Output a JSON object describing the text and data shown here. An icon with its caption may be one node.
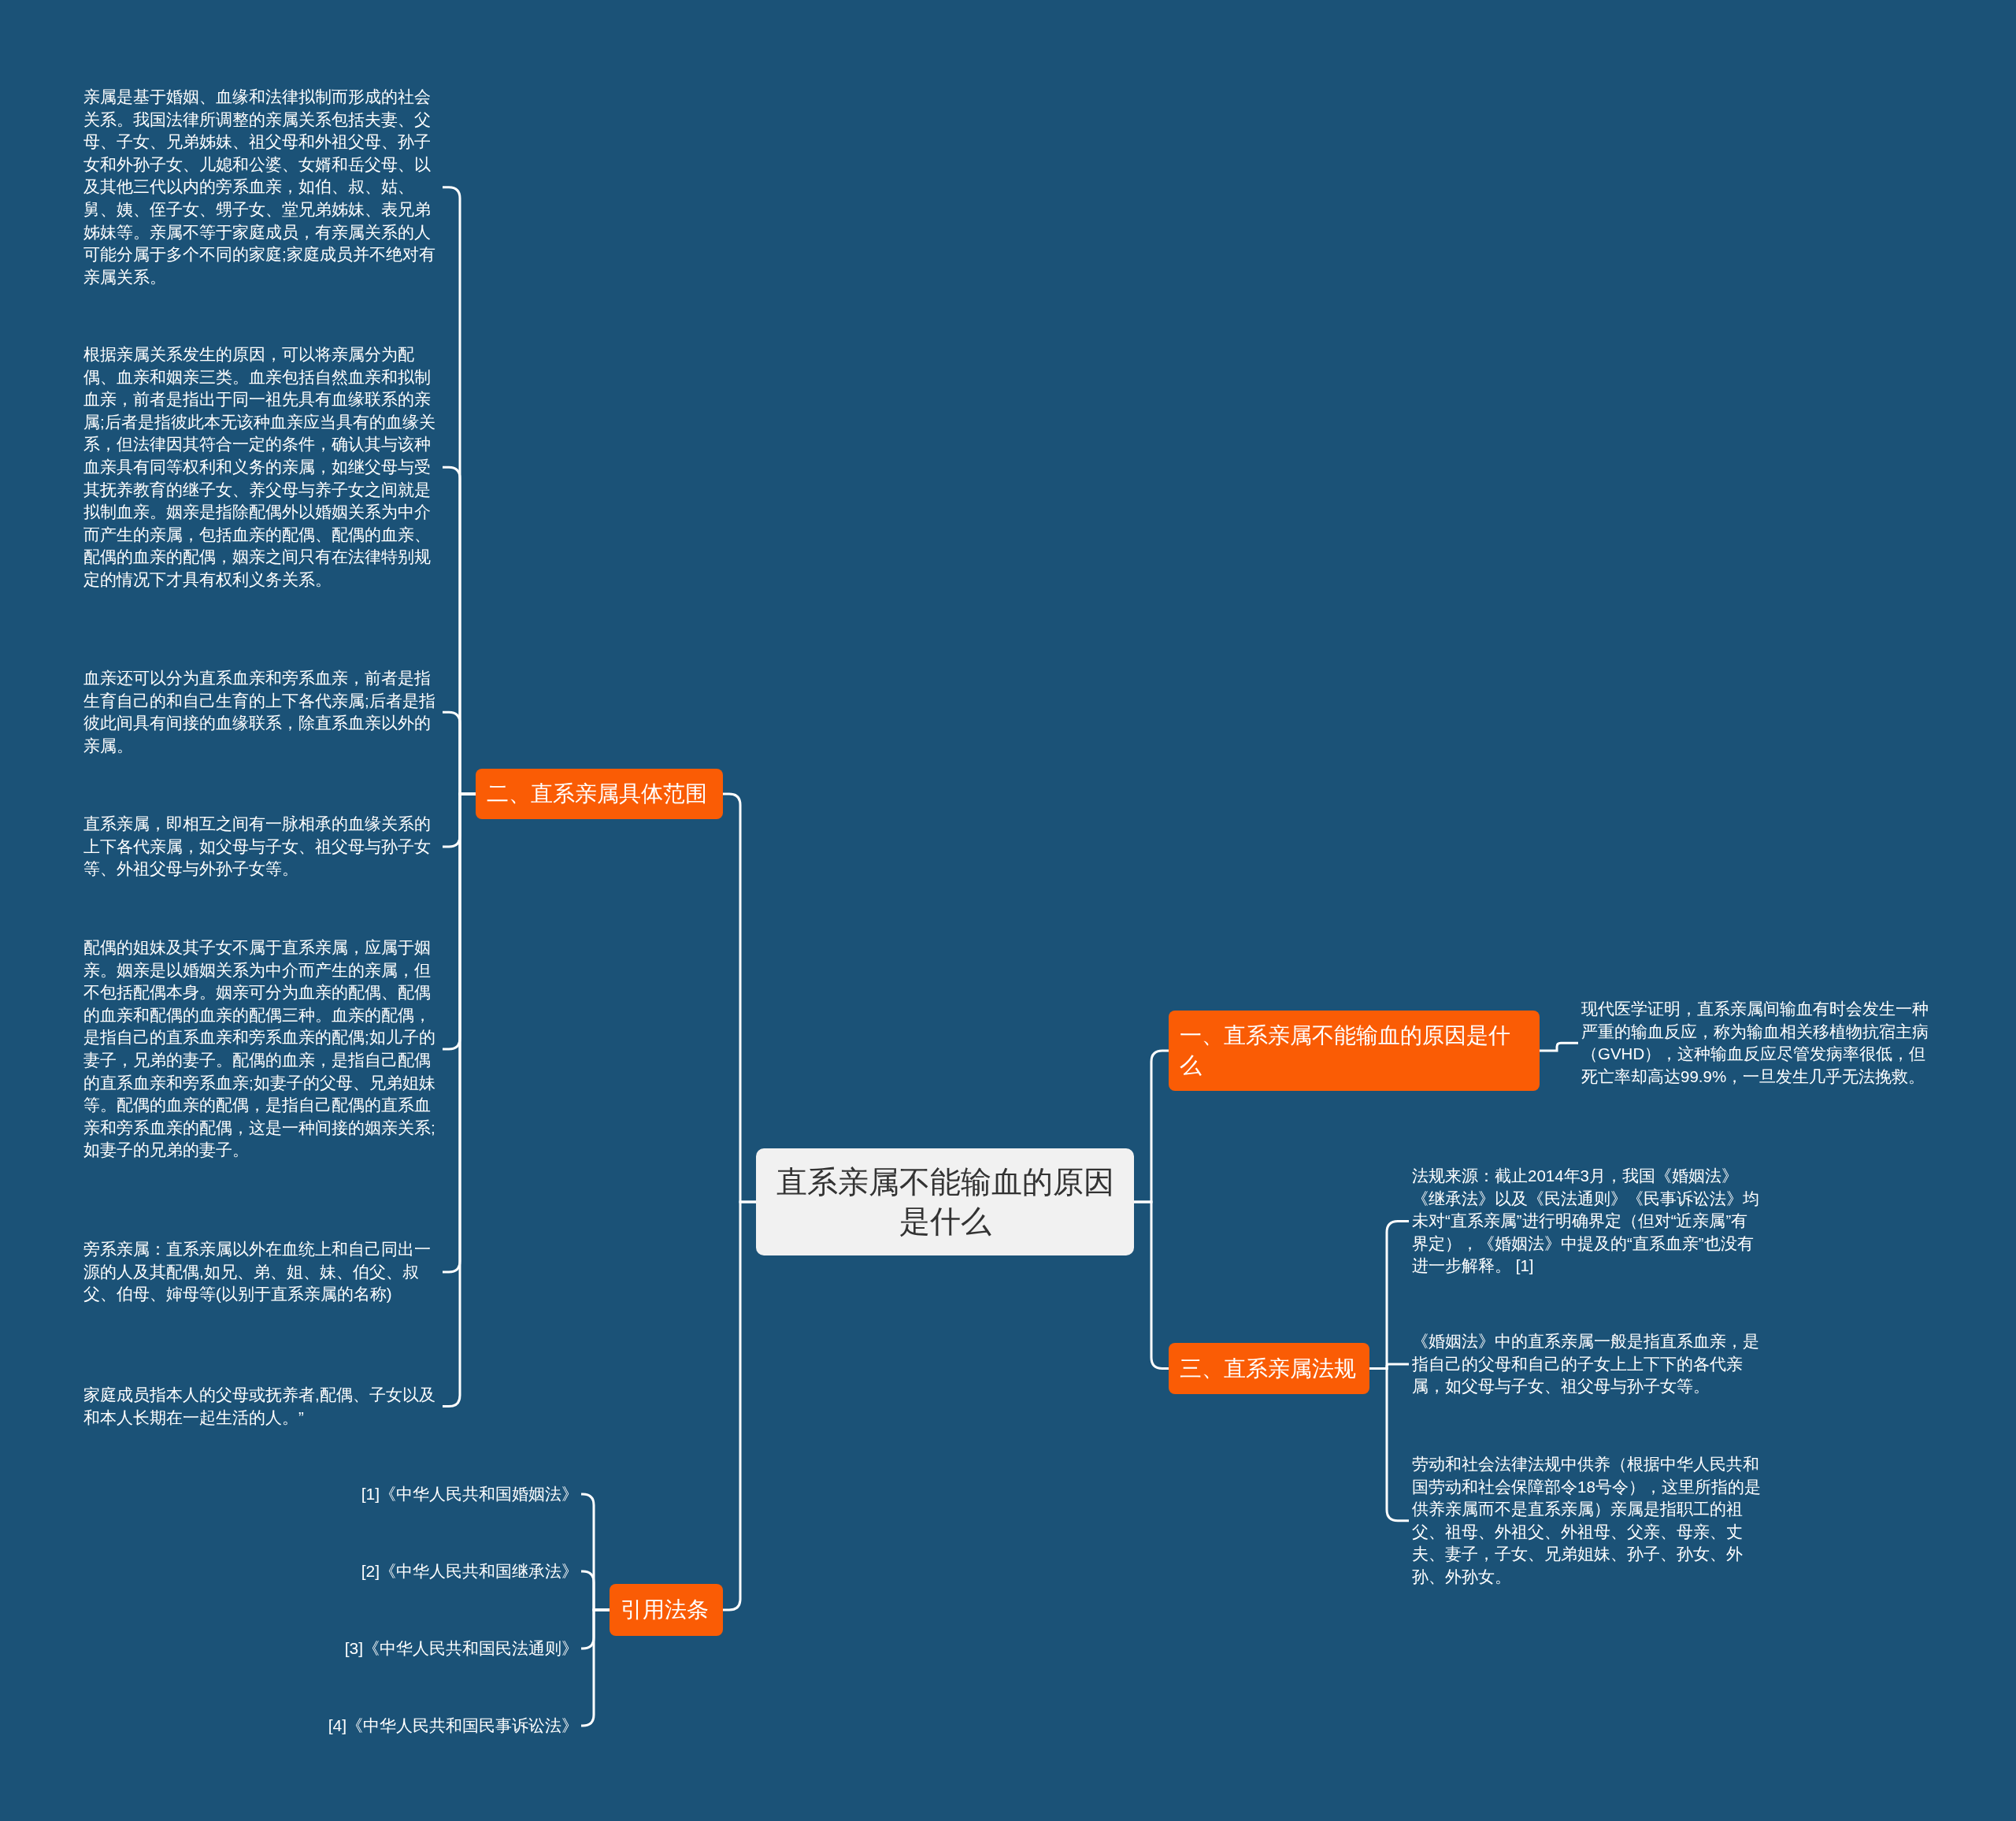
{
  "diagram": {
    "nodes": [
      {
        "text": [
          "直系亲属不能输血的原因是什么"
        ]
      },
      {
        "text": [
          "一、直系亲属不能输血的原因是什么"
        ]
      },
      {
        "text": [
          "现代医学证明，直系亲属间输血有时会发生一种严重的输血反应，称为输血相关移植物抗宿主病（GVHD），这种输血反应尽管发病率很低，但死亡率却高达99.9%，一旦发生几乎无法挽救。"
        ]
      },
      {
        "text": [
          "三、直系亲属法规"
        ]
      },
      {
        "text": [
          "法规来源：截止2014年3月，我国《婚姻法》《继承法》以及《民法通则》《民事诉讼法》均未对“直系亲属”进行明确界定（但对“近亲属”有界定），《婚姻法》中提及的“直系血亲”也没有进一步解释。 [1]"
        ]
      },
      {
        "text": [
          "《婚姻法》中的直系亲属一般是指直系血亲，是指自己的父母和自己的子女上上下下的各代亲属，如父母与子女、祖父母与孙子女等。"
        ]
      },
      {
        "text": [
          "劳动和社会法律法规中供养（根据中华人民共和国劳动和社会保障部令18号令），这里所指的是供养亲属而不是直系亲属）亲属是指职工的祖父、祖母、外祖父、外祖母、父亲、母亲、丈夫、妻子，子女、兄弟姐妹、孙子、孙女、外孙、外孙女。"
        ]
      },
      {
        "text": [
          "二、直系亲属具体范围"
        ]
      },
      {
        "text": [
          "亲属是基于婚姻、血缘和法律拟制而形成的社会关系。我国法律所调整的亲属关系包括夫妻、父母、子女、兄弟姊妹、祖父母和外祖父母、孙子女和外孙子女、儿媳和公婆、女婿和岳父母、以及其他三代以内的旁系血亲，如伯、叔、姑、舅、姨、侄子女、甥子女、堂兄弟姊妹、表兄弟姊妹等。亲属不等于家庭成员，有亲属关系的人可能分属于多个不同的家庭;家庭成员并不绝对有亲属关系。"
        ]
      },
      {
        "text": [
          "根据亲属关系发生的原因，可以将亲属分为配偶、血亲和姻亲三类。血亲包括自然血亲和拟制血亲，前者是指出于同一祖先具有血缘联系的亲属;后者是指彼此本无该种血亲应当具有的血缘关系，但法律因其符合一定的条件，确认其与该种血亲具有同等权利和义务的亲属，如继父母与受其抚养教育的继子女、养父母与养子女之间就是拟制血亲。姻亲是指除配偶外以婚姻关系为中介而产生的亲属，包括血亲的配偶、配偶的血亲、配偶的血亲的配偶，姻亲之间只有在法律特别规定的情况下才具有权利义务关系。"
        ]
      },
      {
        "text": [
          "血亲还可以分为直系血亲和旁系血亲，前者是指生育自己的和自己生育的上下各代亲属;后者是指彼此间具有间接的血缘联系，除直系血亲以外的亲属。"
        ]
      },
      {
        "text": [
          "直系亲属，即相互之间有一脉相承的血缘关系的上下各代亲属，如父母与子女、祖父母与孙子女等、外祖父母与外孙子女等。"
        ]
      },
      {
        "text": [
          "配偶的姐妹及其子女不属于直系亲属，应属于姻亲。姻亲是以婚姻关系为中介而产生的亲属，但不包括配偶本身。姻亲可分为血亲的配偶、配偶的血亲和配偶的血亲的配偶三种。血亲的配偶，是指自己的直系血亲和旁系血亲的配偶;如儿子的妻子，兄弟的妻子。配偶的血亲，是指自己配偶的直系血亲和旁系血亲;如妻子的父母、兄弟姐妹等。配偶的血亲的配偶，是指自己配偶的直系血亲和旁系血亲的配偶，这是一种间接的姻亲关系;如妻子的兄弟的妻子。"
        ]
      },
      {
        "text": [
          "旁系亲属：直系亲属以外在血统上和自己同出一源的人及其配偶,如兄、弟、姐、妹、伯父、叔父、伯母、婶母等(以别于直系亲属的名称)"
        ]
      },
      {
        "text": [
          "家庭成员指本人的父母或抚养者,配偶、子女以及和本人长期在一起生活的人。”"
        ]
      },
      {
        "text": [
          "引用法条"
        ]
      },
      {
        "text": [
          "[1]《中华人民共和国婚姻法》"
        ]
      },
      {
        "text": [
          "[2]《中华人民共和国继承法》"
        ]
      },
      {
        "text": [
          "[3]《中华人民共和国民法通则》"
        ]
      },
      {
        "text": [
          "[4]《中华人民共和国民事诉讼法》"
        ]
      }
    ],
    "edges": [
      {
        "from": 0,
        "to": 1,
        "arrow": "none"
      },
      {
        "from": 1,
        "to": 2,
        "arrow": "none"
      },
      {
        "from": 0,
        "to": 3,
        "arrow": "none"
      },
      {
        "from": 3,
        "to": 4,
        "arrow": "none"
      },
      {
        "from": 3,
        "to": 5,
        "arrow": "none"
      },
      {
        "from": 3,
        "to": 6,
        "arrow": "none"
      },
      {
        "from": 0,
        "to": 7,
        "arrow": "none"
      },
      {
        "from": 7,
        "to": 8,
        "arrow": "none"
      },
      {
        "from": 7,
        "to": 9,
        "arrow": "none"
      },
      {
        "from": 7,
        "to": 10,
        "arrow": "none"
      },
      {
        "from": 7,
        "to": 11,
        "arrow": "none"
      },
      {
        "from": 7,
        "to": 12,
        "arrow": "none"
      },
      {
        "from": 7,
        "to": 13,
        "arrow": "none"
      },
      {
        "from": 7,
        "to": 14,
        "arrow": "none"
      },
      {
        "from": 0,
        "to": 15,
        "arrow": "none"
      },
      {
        "from": 15,
        "to": 16,
        "arrow": "none"
      },
      {
        "from": 15,
        "to": 17,
        "arrow": "none"
      },
      {
        "from": 15,
        "to": 18,
        "arrow": "none"
      },
      {
        "from": 15,
        "to": 19,
        "arrow": "none"
      }
    ]
  }
}
